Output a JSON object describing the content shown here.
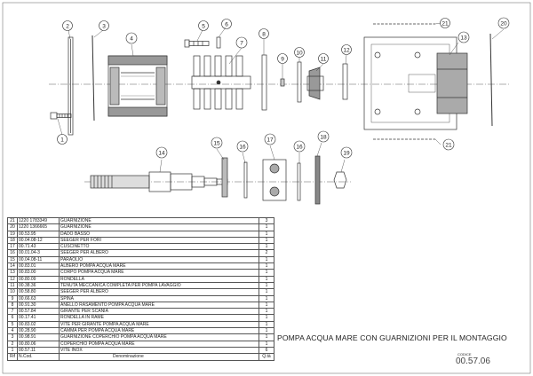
{
  "drawing": {
    "balloons": [
      "1",
      "2",
      "3",
      "4",
      "5",
      "6",
      "7",
      "8",
      "9",
      "10",
      "11",
      "12",
      "13",
      "14",
      "15",
      "16",
      "17",
      "16",
      "18",
      "19",
      "20",
      "21",
      "21"
    ]
  },
  "table": {
    "headers": {
      "rif": "Rif",
      "code": "N.Cod.",
      "desc": "Denominazione",
      "qty": "Q.tà"
    },
    "rows": [
      {
        "rif": "21",
        "code": "1220 1783349",
        "desc": "GUARNIZIONE",
        "qty": "3"
      },
      {
        "rif": "20",
        "code": "1220 1366665",
        "desc": "GUARNIZIONE",
        "qty": "1"
      },
      {
        "rif": "19",
        "code": "00.53.95",
        "desc": "DADO BASSO",
        "qty": "1"
      },
      {
        "rif": "18",
        "code": "00.04.08-12",
        "desc": "SEEGER PER FORI",
        "qty": "1"
      },
      {
        "rif": "17",
        "code": "00.71.43",
        "desc": "CUSCINETTO",
        "qty": "1"
      },
      {
        "rif": "16",
        "code": "00.01.04-3",
        "desc": "SEEGER PER ALBERO",
        "qty": "2"
      },
      {
        "rif": "15",
        "code": "00.04.08-11",
        "desc": "PARAOLIO",
        "qty": "1"
      },
      {
        "rif": "14",
        "code": "00.83.01",
        "desc": "ALBERO POMPA ACQUA MARE",
        "qty": "1"
      },
      {
        "rif": "13",
        "code": "00.83.00",
        "desc": "CORPO POMPA ACQUA MARE",
        "qty": "1"
      },
      {
        "rif": "12",
        "code": "00.80.09",
        "desc": "RONDELLA",
        "qty": "1"
      },
      {
        "rif": "11",
        "code": "00.38.36",
        "desc": "TENUTA MECCANICA COMPLETA PER POMPA LAVAGGIO",
        "qty": "1"
      },
      {
        "rif": "10",
        "code": "00.58.80",
        "desc": "SEEGER PER ALBERO",
        "qty": "1"
      },
      {
        "rif": "9",
        "code": "00.66.63",
        "desc": "SPINA",
        "qty": "1"
      },
      {
        "rif": "8",
        "code": "00.91.30",
        "desc": "ANELLO RASAMENTO POMPA ACQUA MARE",
        "qty": "1"
      },
      {
        "rif": "7",
        "code": "00.57.84",
        "desc": "GIRANTE PER SCANIA",
        "qty": "1"
      },
      {
        "rif": "6",
        "code": "00.17.41",
        "desc": "RONDELLA IN RAME",
        "qty": "1"
      },
      {
        "rif": "5",
        "code": "00.83.02",
        "desc": "VITE PER GIRANTE POMPA ACQUA MARE",
        "qty": "1"
      },
      {
        "rif": "4",
        "code": "00.28.90",
        "desc": "CAMMA PER POMPA ACQUA MARE",
        "qty": "1"
      },
      {
        "rif": "3",
        "code": "00.98.91",
        "desc": "GUARNIZIONE COPERCHIO POMPA ACQUA MARE",
        "qty": "1"
      },
      {
        "rif": "2",
        "code": "00.80.06",
        "desc": "COPERCHIO POMPA ACQUA MARE",
        "qty": "1"
      },
      {
        "rif": "1",
        "code": "00.57.11",
        "desc": "VITE INOX",
        "qty": "6"
      }
    ]
  },
  "title": "POMPA ACQUA MARE CON GUARNIZIONI PER IL MONTAGGIO",
  "code_label": "CODICE",
  "code_value": "00.57.06"
}
